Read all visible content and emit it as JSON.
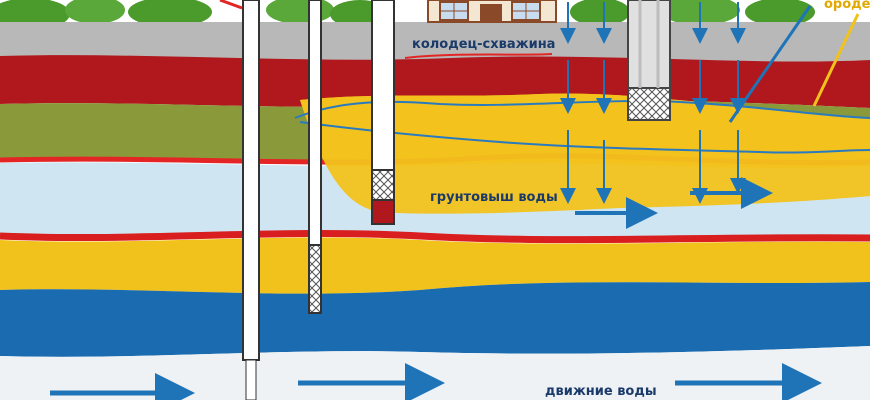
{
  "labels": {
    "well": "колодец-схважина",
    "groundwater": "грунтовыш воды",
    "water_movement": "движние воды",
    "corner_partial": "ороде"
  },
  "colors": {
    "sky_bushes": "#4a9a2c",
    "soil_grey": "#b8b8b8",
    "clay_red": "#b0181d",
    "loam_green": "#8a9a3a",
    "sand_yellow": "#f2c21c",
    "water_light": "#cfe6f2",
    "water_blue": "#1a6bb0",
    "bedrock": "#eef2f4",
    "text_dark": "#1a3a6a",
    "text_yellow": "#e0a800",
    "red_line": "#e42525",
    "arrow": "#1f74b8"
  },
  "icons": {
    "house": "house-icon",
    "arrows": "arrow-right-icon"
  }
}
